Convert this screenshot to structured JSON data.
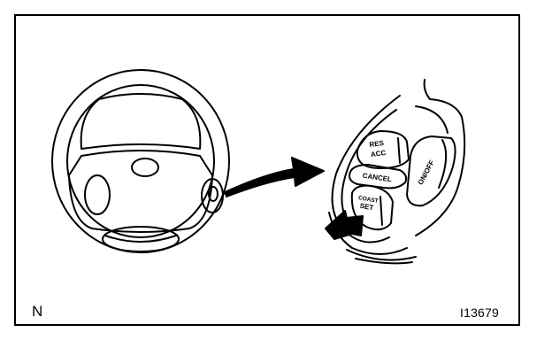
{
  "figure": {
    "corner_code": "N",
    "figure_id": "I13679",
    "switch_labels": {
      "res_acc_top": "RES",
      "res_acc_bottom": "ACC",
      "cancel": "CANCEL",
      "coast_set_top": "COAST",
      "coast_set_bottom": "SET",
      "on_off": "ON/OFF"
    }
  },
  "colors": {
    "ink": "#000000",
    "paper": "#ffffff"
  }
}
